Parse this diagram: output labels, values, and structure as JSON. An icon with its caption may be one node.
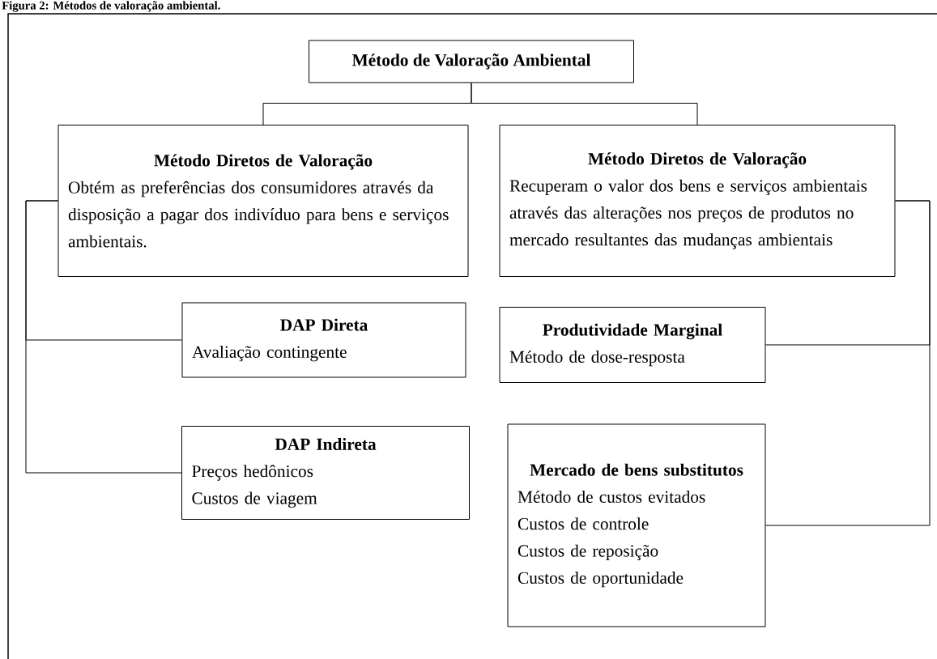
{
  "diagram": {
    "title": "Figura 2: Métodos de valoração ambiental.",
    "nodes": [
      {
        "text": [
          "Método de Valoração Ambiental"
        ]
      },
      {
        "text": [
          "Método Diretos de Valoração",
          "Obtém as preferências dos consumidores através da disposição a pagar dos indivíduo para bens e serviços ambientais."
        ]
      },
      {
        "text": [
          "Método Diretos de Valoração",
          "Recuperam o valor dos bens e serviços ambientais através das alterações nos preços de produtos no mercado resultantes das mudanças ambientais"
        ]
      },
      {
        "text": [
          "DAP Direta",
          "Avaliação contingente"
        ]
      },
      {
        "text": [
          "Produtividade Marginal",
          "Método de dose-resposta"
        ]
      },
      {
        "text": [
          "DAP Indireta",
          "Preços hedônicos",
          "Custos de viagem"
        ]
      },
      {
        "text": [
          "Mercado de bens substitutos",
          "Método de custos evitados",
          "Custos de controle",
          "Custos de reposição",
          "Custos de oportunidade"
        ]
      }
    ],
    "edges": [
      {
        "from": 0,
        "to": 1,
        "arrow": "none"
      },
      {
        "from": 0,
        "to": 2,
        "arrow": "none"
      },
      {
        "from": 1,
        "to": 3,
        "arrow": "none"
      },
      {
        "from": 1,
        "to": 5,
        "arrow": "none"
      },
      {
        "from": 2,
        "to": 4,
        "arrow": "none"
      },
      {
        "from": 2,
        "to": 6,
        "arrow": "none"
      }
    ]
  }
}
